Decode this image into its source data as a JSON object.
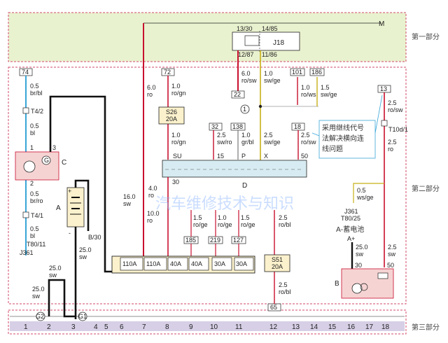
{
  "sections": {
    "part1": "第一部分",
    "part2": "第二部分",
    "part3": "第三部分"
  },
  "relay": {
    "code": "J18",
    "pins": [
      "13/30",
      "14/85",
      "12/87",
      "11/86"
    ],
    "bus": "M"
  },
  "fuses": {
    "s26": {
      "code": "S26",
      "rating": "20A"
    },
    "s51": {
      "code": "S51",
      "rating": "20A"
    },
    "block": [
      "110A",
      "110A",
      "40A",
      "40A",
      "30A",
      "30A"
    ]
  },
  "terminals": {
    "t74": "74",
    "t72": "72",
    "t22": "22",
    "t101": "101",
    "t186": "186",
    "t13": "13",
    "t32": "32",
    "t138": "138",
    "t18": "18",
    "t185": "185",
    "t219": "219",
    "t127": "127",
    "t65": "65"
  },
  "circle_ref": "1",
  "wires": {
    "w1_a": "0.5",
    "w1_b": "br/bl",
    "w2_a": "0.5",
    "w2_b": "bl",
    "w3_a": "0.5",
    "w3_b": "br/ro",
    "w4_a": "0.5",
    "w4_b": "bl",
    "w5_a": "6.0",
    "w5_b": "ro",
    "w6_a": "1.0",
    "w6_b": "ro/gn",
    "w7_a": "1.0",
    "w7_b": "ro/gn",
    "w8_a": "6.0",
    "w8_b": "ro/sw",
    "w9_a": "1.0",
    "w9_b": "sw/ge",
    "w10_a": "1.0",
    "w10_b": "ro/ws",
    "w11_a": "1.5",
    "w11_b": "sw/ge",
    "w12_a": "2.5",
    "w12_b": "ro/sw",
    "w13_a": "2.5",
    "w13_b": "sw/ro",
    "w14_a": "1.0",
    "w14_b": "gr/bl",
    "w15_a": "2.5",
    "w15_b": "sw/ge",
    "w16_a": "2.5",
    "w16_b": "ro/sw",
    "w17_a": "2.5",
    "w17_b": "ro",
    "w18_a": "4.0",
    "w18_b": "ro",
    "w19_a": "16.0",
    "w19_b": "sw",
    "w20_a": "10.0",
    "w20_b": "ro",
    "w21_a": "1.5",
    "w21_b": "ro/ge",
    "w22_a": "1.0",
    "w22_b": "ro/ge",
    "w23_a": "1.5",
    "w23_b": "ro/ge",
    "w24_a": "2.5",
    "w24_b": "ro/bl",
    "w25_a": "2.5",
    "w25_b": "ro/bl",
    "w26_a": "0.5",
    "w26_b": "ws/ge",
    "w27_a": "25.0",
    "w27_b": "sw",
    "w28_a": "25.0",
    "w28_b": "sw",
    "w29_a": "25.0",
    "w29_b": "sw",
    "w30_a": "25.0",
    "w30_b": "sw",
    "w31_a": "2.5",
    "w31_b": "sw"
  },
  "connectors": {
    "t4_2": "T4/2",
    "t4_1": "T4/1",
    "t80_11": "T80/11",
    "j361_left": "J361",
    "t10d": "T10d/1",
    "j361_right": "J361",
    "t80_25": "T80/25",
    "a_plus_label": "A-蓄电池",
    "a_plus": "A+",
    "b30": "B/30"
  },
  "components": {
    "C": "C",
    "A": "A",
    "B": "B",
    "D": "D",
    "c_pin1": "1",
    "c_pin2": "2",
    "c_pin3": "3",
    "c_g": "G",
    "d_pins": [
      "SU",
      "15",
      "P",
      "X",
      "50"
    ],
    "d_pin30": "30",
    "b_pin30": "30",
    "b_pin50": "50",
    "plus": "+",
    "minus": "-"
  },
  "grounds": {
    "g1": "G1",
    "g2": "G2"
  },
  "annotation": [
    "采用继线代号",
    "法解决横向连",
    "线问题"
  ],
  "watermark": "汽车维修技术与知识",
  "axis": [
    "1",
    "2",
    "3",
    "4",
    "5",
    "6",
    "7",
    "8",
    "9",
    "10",
    "11",
    "12",
    "13",
    "14",
    "15",
    "16",
    "17",
    "18"
  ],
  "colors": {
    "zone1": "#e9f2cf",
    "axis": "#d7cfe6",
    "dash": "#d24a6a",
    "red": "#c8102e",
    "blue": "#3aa6d8",
    "black": "#111111",
    "yellow": "#d4c21a",
    "component": "#f6d3d3",
    "relay_strip": "#d7ecf2",
    "fuseblock": "#fbf1cc"
  }
}
